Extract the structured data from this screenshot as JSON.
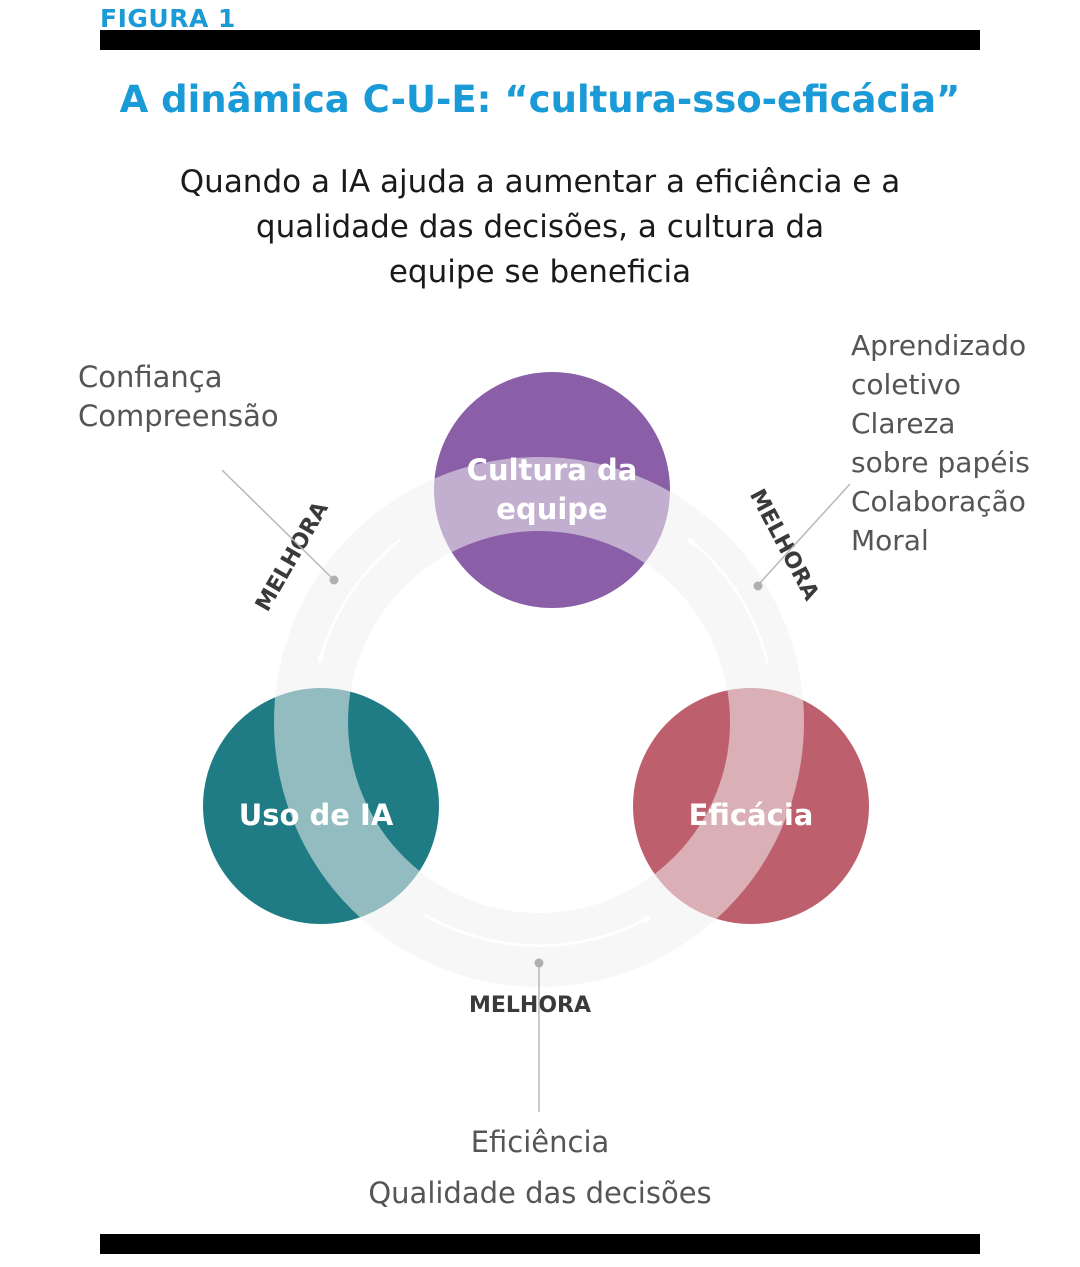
{
  "header": {
    "figure_label": "FIGURA 1",
    "title": "A dinâmica C-U-E: “cultura-sso-eficácia”",
    "subtitle_lines": [
      "Quando a IA ajuda a aumentar a eficiência e a",
      "qualidade das decisões, a cultura da",
      "equipe se beneficia"
    ]
  },
  "nodes": {
    "culture": {
      "label_lines": [
        "Cultura da",
        "equipe"
      ],
      "color": "#8a5fa8"
    },
    "ai_use": {
      "label": "Uso de IA",
      "color": "#1f7c84"
    },
    "efficacy": {
      "label": "Eficácia",
      "color": "#be5f6e"
    }
  },
  "arrows": {
    "left_label": "MELHORA",
    "right_label": "MELHORA",
    "bottom_label": "MELHORA"
  },
  "notes": {
    "left": [
      "Confiança",
      "Compreensão"
    ],
    "right": [
      "Aprendizado",
      "coletivo",
      "Clareza",
      "sobre papéis",
      "Colaboração",
      "Moral"
    ],
    "bottom": [
      "Eficiência",
      "Qualidade das decisões"
    ]
  },
  "colors": {
    "accent": "#1a9ad6",
    "ring": "#f0f0f0"
  }
}
